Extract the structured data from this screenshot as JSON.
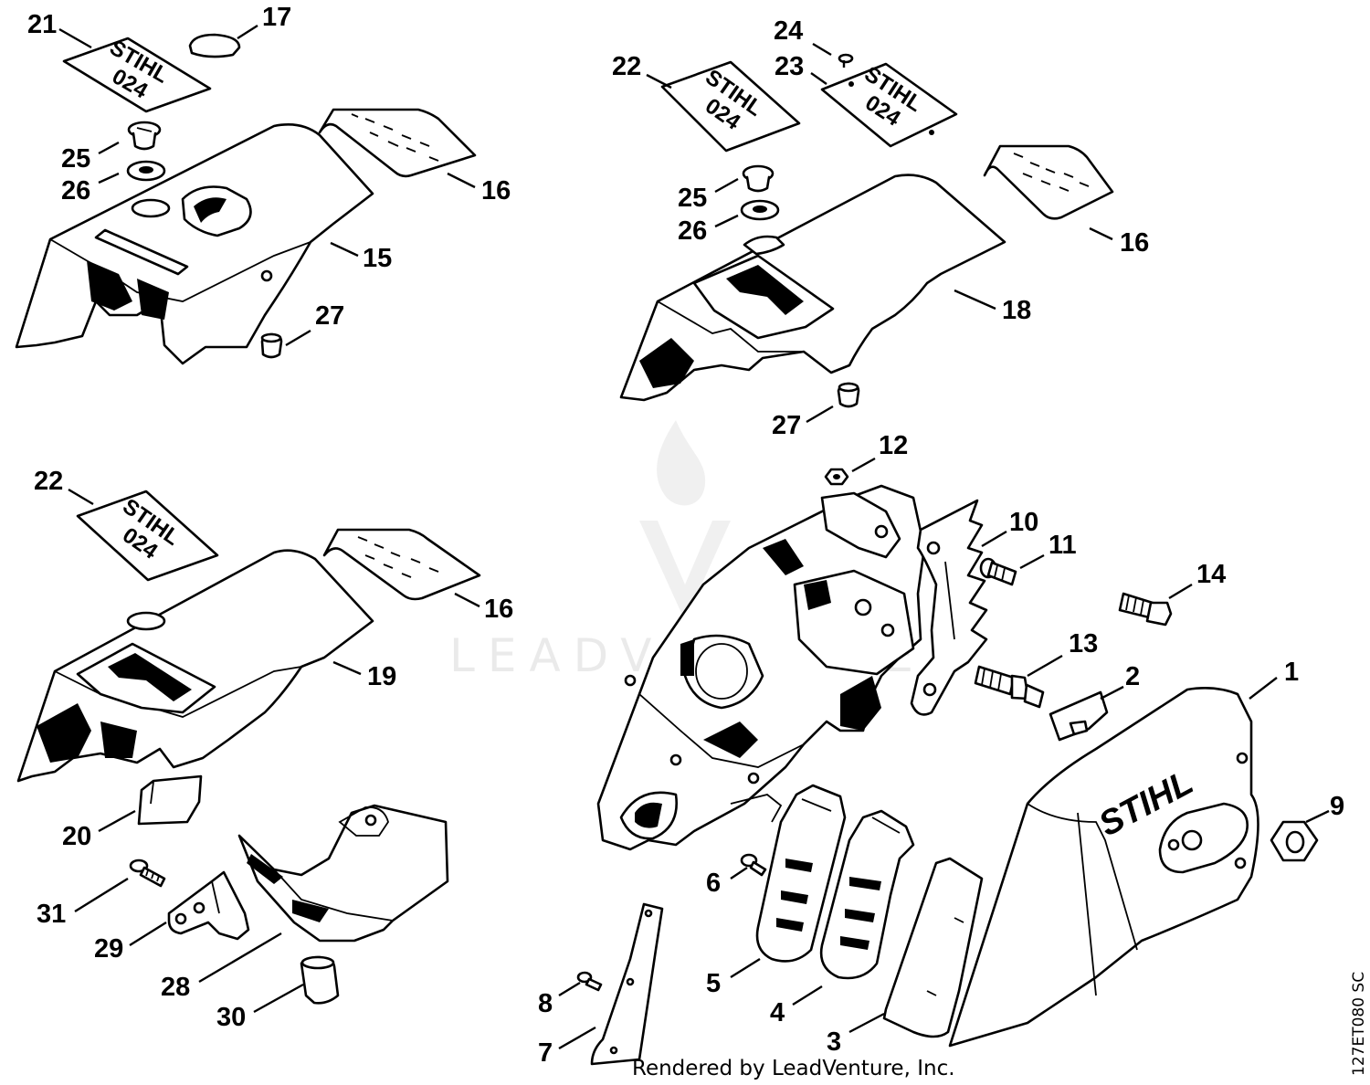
{
  "callouts": {
    "c21": "21",
    "c17": "17",
    "c25a": "25",
    "c26a": "26",
    "c16a": "16",
    "c15": "15",
    "c27a": "27",
    "c24": "24",
    "c22a": "22",
    "c23": "23",
    "c25b": "25",
    "c26b": "26",
    "c16b": "16",
    "c18": "18",
    "c27b": "27",
    "c22b": "22",
    "c16c": "16",
    "c19": "19",
    "c20": "20",
    "c31": "31",
    "c29": "29",
    "c28": "28",
    "c30": "30",
    "c12": "12",
    "c10": "10",
    "c11": "11",
    "c14": "14",
    "c13": "13",
    "c2": "2",
    "c1": "1",
    "c9": "9",
    "c6": "6",
    "c5": "5",
    "c4": "4",
    "c8": "8",
    "c7": "7",
    "c3": "3"
  },
  "decals": {
    "brand": "STIHL",
    "model": "024"
  },
  "chain_cover_logo": "STIHL",
  "watermark": "LEADVENTURE",
  "footer": {
    "rendered_by": "Rendered by LeadVenture, Inc.",
    "diagram_code": "127ET080 SC"
  }
}
